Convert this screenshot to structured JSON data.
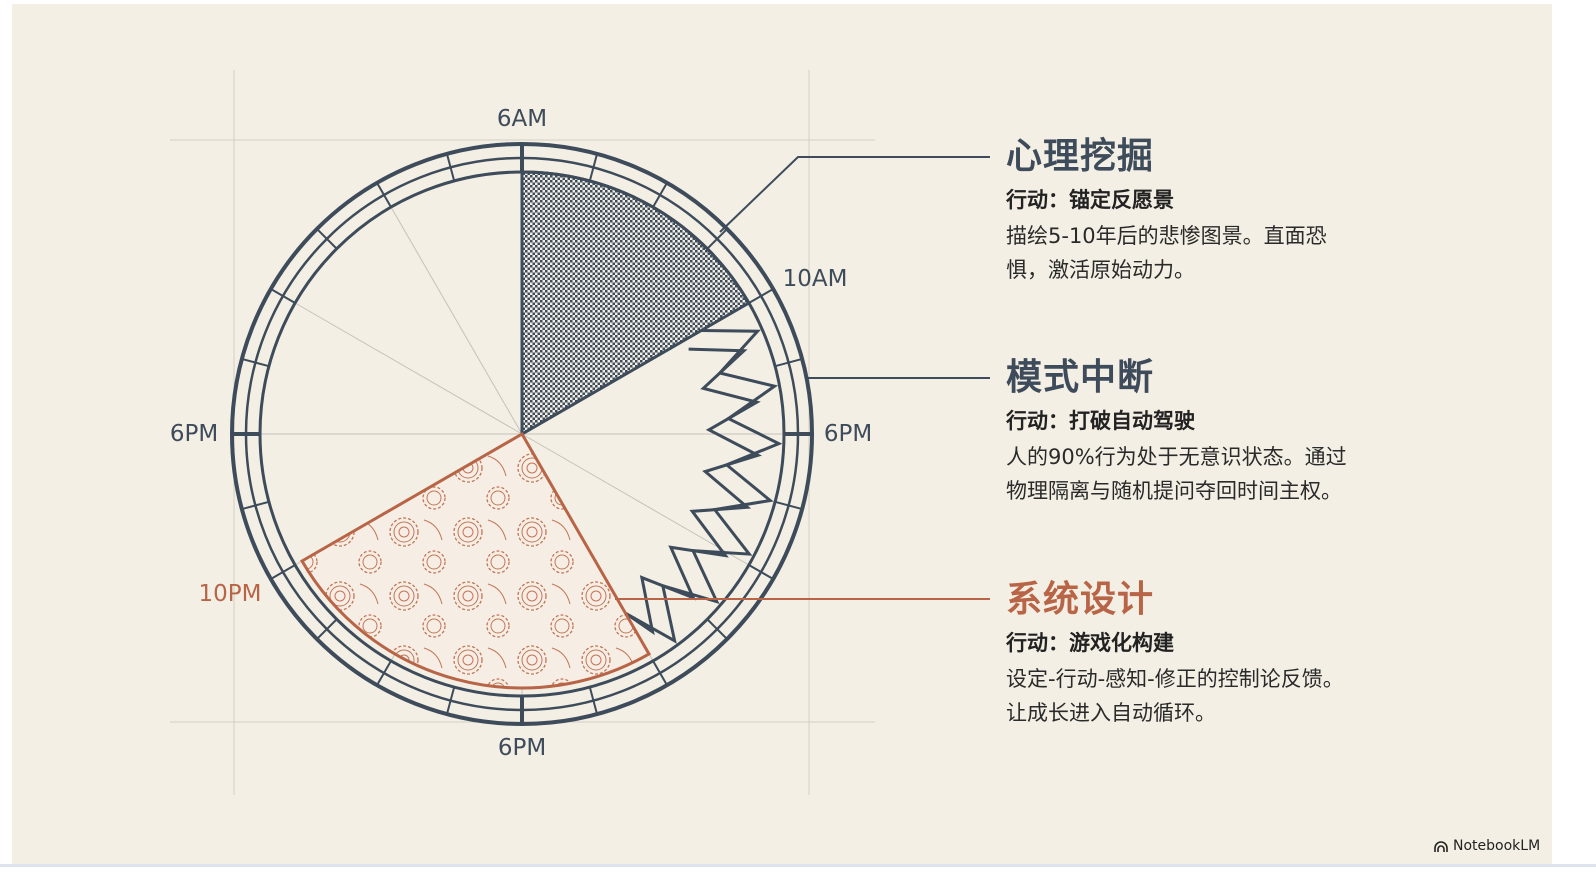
{
  "colors": {
    "background": "#f3efe4",
    "slate": "#3d4b5a",
    "orange": "#b86446",
    "grid": "#cfcbc0"
  },
  "clock_labels": {
    "top": "6AM",
    "right_upper": "10AM",
    "right": "6PM",
    "left": "6PM",
    "left_lower": "10PM",
    "bottom": "6PM"
  },
  "segments": [
    {
      "title": "心理挖掘",
      "action": "行动：锚定反愿景",
      "body_lines": [
        "描绘5-10年后的悲惨图景。直面恐",
        "惧，激活原始动力。"
      ],
      "start_deg": 0,
      "end_deg": 60,
      "fill": "crosshatch"
    },
    {
      "title": "模式中断",
      "action": "行动：打破自动驾驶",
      "body_lines": [
        "人的90%行为处于无意识状态。通过",
        "物理隔离与随机提问夺回时间主权。"
      ],
      "start_deg": 60,
      "end_deg": 150,
      "fill": "zigzag"
    },
    {
      "title": "系统设计",
      "action": "行动：游戏化构建",
      "body_lines": [
        "设定-行动-感知-修正的控制论反馈。",
        "让成长进入自动循环。"
      ],
      "start_deg": 150,
      "end_deg": 240,
      "fill": "gears"
    }
  ],
  "brand": {
    "name": "NotebookLM",
    "icon": "notebooklm-logo-icon"
  }
}
